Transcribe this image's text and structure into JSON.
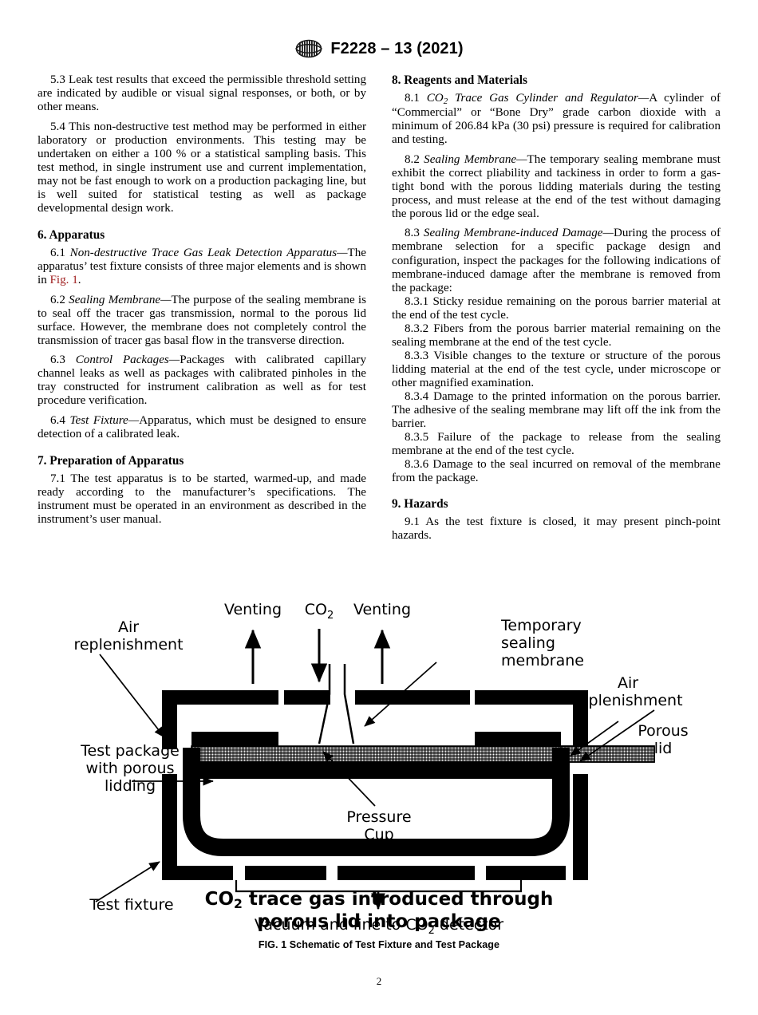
{
  "header": {
    "logo_name": "astm-logo",
    "doc_number": "F2228 – 13 (2021)"
  },
  "left_column": {
    "p_5_3": "5.3 Leak test results that exceed the permissible threshold setting are indicated by audible or visual signal responses, or both, or by other means.",
    "p_5_4": "5.4 This non-destructive test method may be performed in either laboratory or production environments. This testing may be undertaken on either a 100 % or a statistical sampling basis. This test method, in single instrument use and current implementation, may not be fast enough to work on a production packaging line, but is well suited for statistical testing as well as package developmental design work.",
    "h_6": "6.  Apparatus",
    "p_6_1_num": "6.1",
    "p_6_1_title": "Non-destructive Trace Gas Leak Detection Apparatus—",
    "p_6_1_body_a": "The apparatus’ test fixture consists of three major elements and is shown in ",
    "p_6_1_link": "Fig. 1",
    "p_6_1_body_b": ".",
    "p_6_2_num": "6.2",
    "p_6_2_title": "Sealing Membrane—",
    "p_6_2_body": "The purpose of the sealing membrane is to seal off the tracer gas transmission, normal to the porous lid surface. However, the membrane does not completely control the transmission of tracer gas basal flow in the transverse direction.",
    "p_6_3_num": "6.3",
    "p_6_3_title": "Control Packages—",
    "p_6_3_body": "Packages with calibrated capillary channel leaks as well as packages with calibrated pinholes in the tray constructed for instrument calibration as well as for test procedure verification.",
    "p_6_4_num": "6.4",
    "p_6_4_title": "Test Fixture—",
    "p_6_4_body": "Apparatus, which must be designed to ensure detection of a calibrated leak.",
    "h_7": "7.  Preparation of Apparatus",
    "p_7_1": "7.1 The test apparatus is to be started, warmed-up, and made ready according to the manufacturer’s specifications. The instrument must be operated in an environment as described in the instrument’s user manual."
  },
  "right_column": {
    "h_8": "8.  Reagents and Materials",
    "p_8_1_num": "8.1",
    "p_8_1_title_pre": "CO",
    "p_8_1_title_sub": "2",
    "p_8_1_title_post": " Trace Gas Cylinder and Regulator—",
    "p_8_1_body": "A cylinder of “Commercial” or “Bone Dry” grade carbon dioxide with a minimum of 206.84 kPa (30 psi) pressure is required for calibration and testing.",
    "p_8_2_num": "8.2",
    "p_8_2_title": "Sealing Membrane—",
    "p_8_2_body": "The temporary sealing membrane must exhibit the correct pliability and tackiness in order to form a gas-tight bond with the porous lidding materials during the testing process, and must release at the end of the test without damaging the porous lid or the edge seal.",
    "p_8_3_num": "8.3",
    "p_8_3_title": "Sealing Membrane-induced Damage—",
    "p_8_3_body": "During the process of membrane selection for a specific package design and configuration, inspect the packages for the following indications of membrane-induced damage after the membrane is removed from the package:",
    "p_8_3_1": "8.3.1 Sticky residue remaining on the porous barrier material at the end of the test cycle.",
    "p_8_3_2": "8.3.2 Fibers from the porous barrier material remaining on the sealing membrane at the end of the test cycle.",
    "p_8_3_3": "8.3.3 Visible changes to the texture or structure of the porous lidding material at the end of the test cycle, under microscope or other magnified examination.",
    "p_8_3_4": "8.3.4 Damage to the printed information on the porous barrier. The adhesive of the sealing membrane may lift off the ink from the barrier.",
    "p_8_3_5": "8.3.5 Failure of the package to release from the sealing membrane at the end of the test cycle.",
    "p_8_3_6": "8.3.6 Damage to the seal incurred on removal of the membrane from the package.",
    "h_9": "9.  Hazards",
    "p_9_1": "9.1 As the test fixture is closed, it may present pinch-point hazards."
  },
  "figure": {
    "labels": {
      "venting_left": "Venting",
      "co2_top_pre": "CO",
      "co2_top_sub": "2",
      "venting_right": "Venting",
      "air_replenishment_left_l1": "Air",
      "air_replenishment_left_l2": "replenishment",
      "temporary_sealing_membrane_l1": "Temporary",
      "temporary_sealing_membrane_l2": "sealing",
      "temporary_sealing_membrane_l3": "membrane",
      "air_replenishment_right_l1": "Air",
      "air_replenishment_right_l2": "replenishment",
      "test_package_l1": "Test package",
      "test_package_l2": "with porous",
      "test_package_l3": "lidding",
      "pressure_cup_l1": "Pressure",
      "pressure_cup_l2": "Cup",
      "porous_lid_l1": "Porous",
      "porous_lid_l2": "lid",
      "test_fixture": "Test fixture",
      "vacuum_line_pre": "Vacuum and line to CO",
      "vacuum_line_sub": "2",
      "vacuum_line_post": " detector",
      "headline_l1_pre": "CO",
      "headline_l1_sub": "2",
      "headline_l1_post": " trace gas introduced through",
      "headline_l2": "porous lid into package"
    }
  },
  "caption": "FIG. 1 Schematic of Test Fixture and Test Package",
  "page_number": "2",
  "colors": {
    "ink": "#000000",
    "link_red": "#a02020",
    "background": "#ffffff"
  }
}
